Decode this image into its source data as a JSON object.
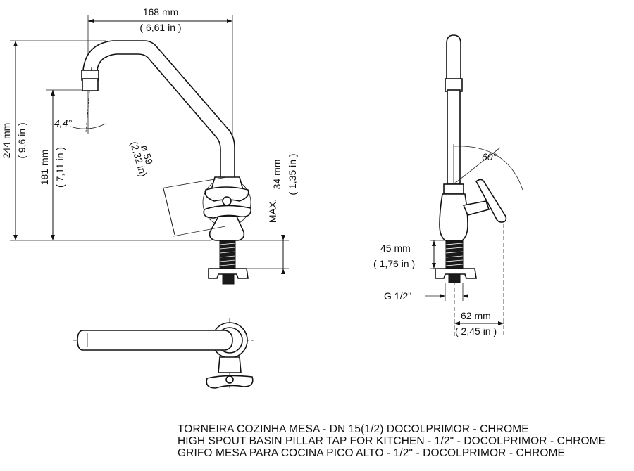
{
  "dimensions": {
    "width_top": "168 mm",
    "width_top_in": "( 6,61 in )",
    "height_total": "244 mm",
    "height_total_in": "( 9,6 in )",
    "height_spout": "181 mm",
    "height_spout_in": "( 7,11 in )",
    "angle_spout": "4,4°",
    "handle_diameter": "ø 59",
    "handle_diameter_in": "(2,32 in)",
    "max_thickness": "34 mm",
    "max_thickness_in": "( 1,35 in )",
    "max_label": "MAX.",
    "thread_length": "45 mm",
    "thread_length_in": "( 1,76 in )",
    "thread": "G 1/2\"",
    "base_offset": "62 mm",
    "base_offset_in": "( 2,45 in )",
    "angle_handle": "60°"
  },
  "titles": {
    "pt": "TORNEIRA COZINHA MESA - DN 15(1/2)  DOCOLPRIMOR - CHROME",
    "en": "HIGH SPOUT BASIN PILLAR TAP FOR KITCHEN - 1/2\" - DOCOLPRIMOR - CHROME",
    "es": "GRIFO MESA PARA COCINA PICO ALTO - 1/2\" - DOCOLPRIMOR - CHROME"
  }
}
